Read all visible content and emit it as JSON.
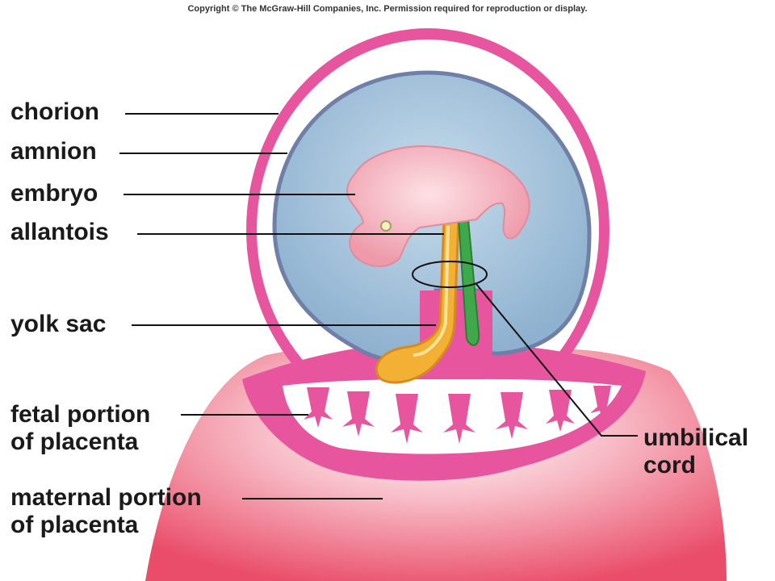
{
  "copyright": "Copyright © The McGraw-Hill Companies, Inc. Permission required for reproduction or display.",
  "labels": {
    "chorion": "chorion",
    "amnion": "amnion",
    "embryo": "embryo",
    "allantois": "allantois",
    "yolk_sac": "yolk sac",
    "fetal_placenta_1": "fetal portion",
    "fetal_placenta_2": "of placenta",
    "maternal_placenta_1": "maternal portion",
    "maternal_placenta_2": "of placenta",
    "umbilical_1": "umbilical",
    "umbilical_2": "cord"
  },
  "colors": {
    "chorion": "#e8559f",
    "amniotic_fluid": "#a9c8de",
    "amnion_border": "#6f7fa8",
    "maternal": "#ef6a7e",
    "embryo": "#f6b8c2",
    "yolk_sac": "#f2b035",
    "allantois": "#3fa84a"
  }
}
